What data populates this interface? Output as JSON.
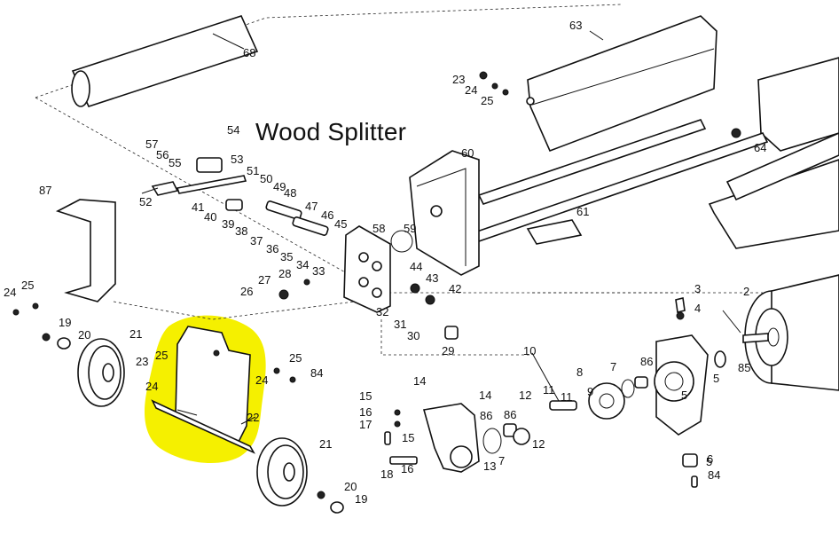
{
  "title": "Wood Splitter",
  "highlight_color": "#f5f000",
  "part_numbers": [
    "2",
    "3",
    "4",
    "5",
    "6",
    "7",
    "8",
    "9",
    "10",
    "11",
    "12",
    "13",
    "14",
    "15",
    "16",
    "17",
    "18",
    "19",
    "20",
    "21",
    "22",
    "23",
    "24",
    "25",
    "26",
    "27",
    "28",
    "29",
    "30",
    "31",
    "32",
    "33",
    "34",
    "35",
    "36",
    "37",
    "38",
    "39",
    "40",
    "41",
    "42",
    "43",
    "44",
    "45",
    "46",
    "47",
    "48",
    "49",
    "50",
    "51",
    "52",
    "53",
    "54",
    "55",
    "56",
    "57",
    "58",
    "59",
    "60",
    "61",
    "63",
    "64",
    "68",
    "84",
    "85",
    "86",
    "87"
  ]
}
